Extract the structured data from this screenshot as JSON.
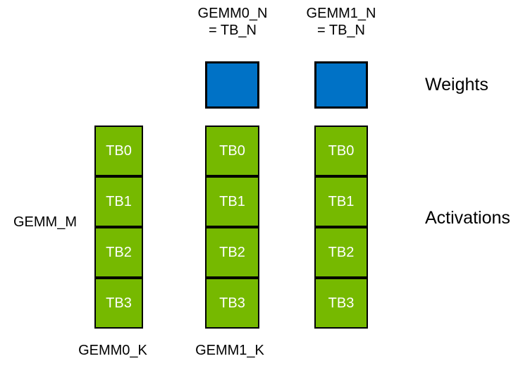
{
  "colors": {
    "activation_green": "#76b900",
    "weight_blue": "#0072c6",
    "outline": "#000000",
    "tb_label_text": "#ffffff",
    "label_text": "#000000",
    "background": "#ffffff"
  },
  "top_labels": [
    {
      "line1": "GEMM0_N",
      "line2": "= TB_N"
    },
    {
      "line1": "GEMM1_N",
      "line2": "= TB_N"
    }
  ],
  "side_labels": {
    "weights": "Weights",
    "activations": "Activations",
    "gemm_m": "GEMM_M"
  },
  "bottom_labels": {
    "gemm0_k": "GEMM0_K",
    "gemm1_k": "GEMM1_K"
  },
  "columns": [
    {
      "name": "gemm0-input-column",
      "has_weight_block": false,
      "thread_blocks": [
        "TB0",
        "TB1",
        "TB2",
        "TB3"
      ]
    },
    {
      "name": "gemm0-output-column",
      "has_weight_block": true,
      "thread_blocks": [
        "TB0",
        "TB1",
        "TB2",
        "TB3"
      ]
    },
    {
      "name": "gemm1-output-column",
      "has_weight_block": true,
      "thread_blocks": [
        "TB0",
        "TB1",
        "TB2",
        "TB3"
      ]
    }
  ]
}
